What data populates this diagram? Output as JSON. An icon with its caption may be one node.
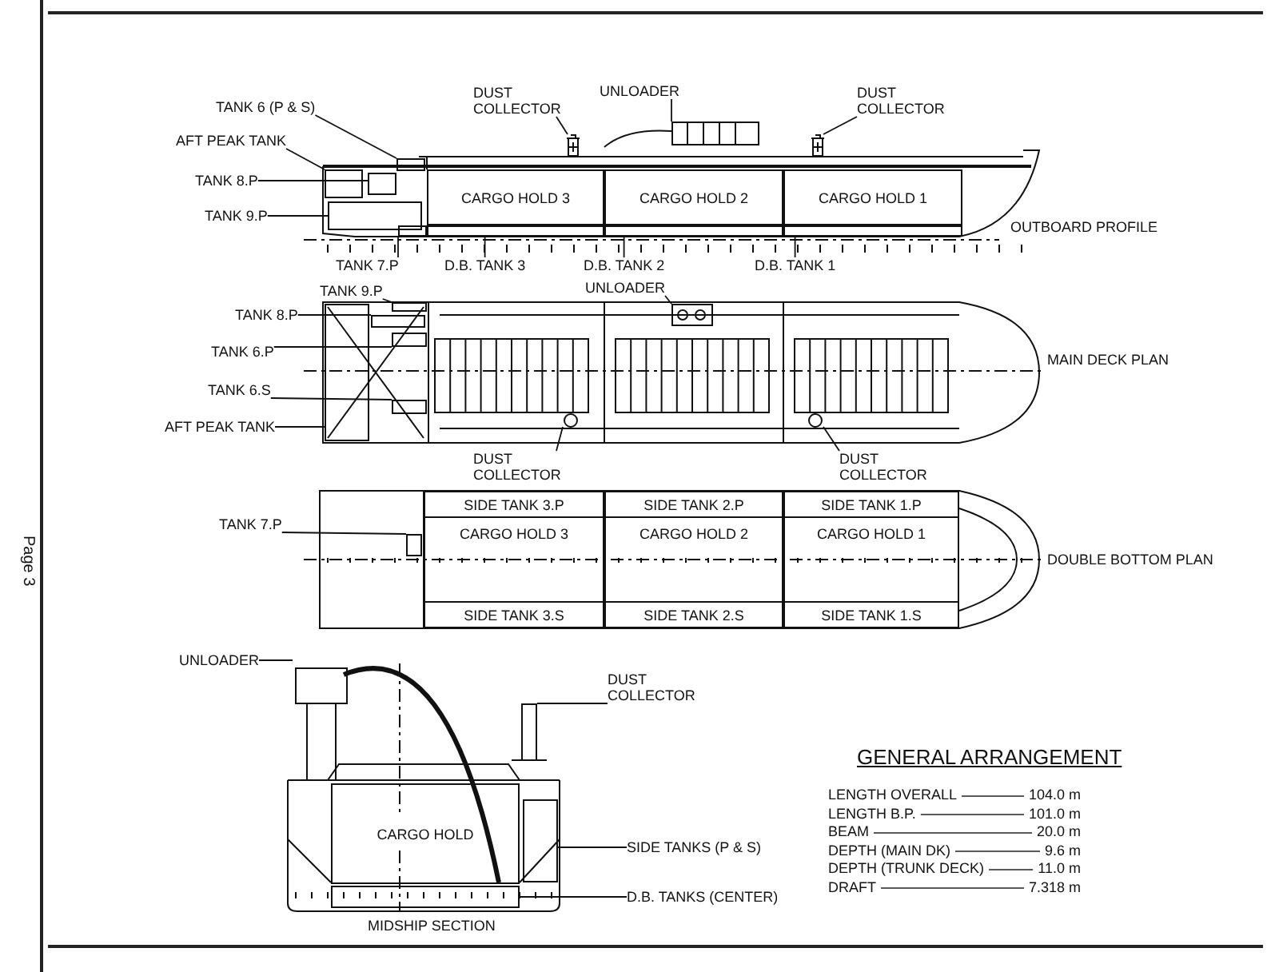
{
  "diagram": {
    "title": "GENERAL ARRANGEMENT",
    "nodes": [
      {
        "text": [
          "TANK 6 (P & S)"
        ]
      },
      {
        "text": [
          "AFT PEAK TANK"
        ]
      },
      {
        "text": [
          "TANK 8.P"
        ]
      },
      {
        "text": [
          "TANK 9.P"
        ]
      },
      {
        "text": [
          "DUST COLLECTOR"
        ]
      },
      {
        "text": [
          "UNLOADER"
        ]
      },
      {
        "text": [
          "DUST COLLECTOR"
        ]
      },
      {
        "text": [
          "CARGO HOLD 3"
        ]
      },
      {
        "text": [
          "CARGO HOLD 2"
        ]
      },
      {
        "text": [
          "CARGO HOLD 1"
        ]
      },
      {
        "text": [
          "TANK 7.P"
        ]
      },
      {
        "text": [
          "D.B. TANK 3"
        ]
      },
      {
        "text": [
          "D.B. TANK 2"
        ]
      },
      {
        "text": [
          "D.B. TANK 1"
        ]
      },
      {
        "text": [
          "TANK 9.P"
        ]
      },
      {
        "text": [
          "UNLOADER"
        ]
      },
      {
        "text": [
          "TANK 8.P"
        ]
      },
      {
        "text": [
          "TANK 6.P"
        ]
      },
      {
        "text": [
          "TANK 6.S"
        ]
      },
      {
        "text": [
          "AFT PEAK TANK"
        ]
      },
      {
        "text": [
          "DUST COLLECTOR"
        ]
      },
      {
        "text": [
          "DUST COLLECTOR"
        ]
      },
      {
        "text": [
          "SIDE TANK 3.P"
        ]
      },
      {
        "text": [
          "SIDE TANK 2.P"
        ]
      },
      {
        "text": [
          "SIDE TANK 1.P"
        ]
      },
      {
        "text": [
          "TANK 7.P"
        ]
      },
      {
        "text": [
          "CARGO HOLD 3"
        ]
      },
      {
        "text": [
          "CARGO HOLD 2"
        ]
      },
      {
        "text": [
          "CARGO HOLD 1"
        ]
      },
      {
        "text": [
          "SIDE TANK 3.S"
        ]
      },
      {
        "text": [
          "SIDE TANK 2.S"
        ]
      },
      {
        "text": [
          "SIDE TANK 1.S"
        ]
      },
      {
        "text": [
          "UNLOADER"
        ]
      },
      {
        "text": [
          "DUST COLLECTOR"
        ]
      },
      {
        "text": [
          "CARGO HOLD"
        ]
      },
      {
        "text": [
          "SIDE TANKS (P & S)"
        ]
      },
      {
        "text": [
          "D.B. TANKS (CENTER)"
        ]
      },
      {
        "text": [],
        "shape": "box"
      },
      {
        "text": [],
        "shape": "box"
      },
      {
        "text": [],
        "shape": "box"
      },
      {
        "text": [],
        "shape": "box"
      },
      {
        "text": [],
        "shape": "picture"
      },
      {
        "text": [],
        "shape": "picture"
      },
      {
        "text": [],
        "shape": "picture"
      },
      {
        "text": [],
        "shape": "box"
      },
      {
        "text": [],
        "shape": "box"
      },
      {
        "text": [],
        "shape": "box"
      },
      {
        "text": [],
        "shape": "box"
      },
      {
        "text": [],
        "shape": "box"
      },
      {
        "text": [],
        "shape": "picture"
      },
      {
        "text": [],
        "shape": "box"
      },
      {
        "text": [],
        "shape": "box"
      },
      {
        "text": [],
        "shape": "box"
      },
      {
        "text": [],
        "shape": "box"
      },
      {
        "text": [],
        "shape": "picture"
      },
      {
        "text": [],
        "shape": "picture"
      },
      {
        "text": [],
        "shape": "box"
      },
      {
        "text": [],
        "shape": "picture"
      },
      {
        "text": [],
        "shape": "picture"
      },
      {
        "text": [],
        "shape": "box"
      },
      {
        "text": [],
        "shape": "box"
      }
    ],
    "edges": [
      {
        "from": 0,
        "to": 37,
        "arrow": "none"
      },
      {
        "from": 1,
        "to": 38,
        "arrow": "none"
      },
      {
        "from": 2,
        "to": 39,
        "arrow": "none"
      },
      {
        "from": 3,
        "to": 40,
        "arrow": "none"
      },
      {
        "from": 4,
        "to": 41,
        "arrow": "none"
      },
      {
        "from": 5,
        "to": 42,
        "arrow": "none"
      },
      {
        "from": 6,
        "to": 43,
        "arrow": "none"
      },
      {
        "from": 10,
        "to": 44,
        "arrow": "none"
      },
      {
        "from": 11,
        "to": 45,
        "arrow": "none"
      },
      {
        "from": 12,
        "to": 46,
        "arrow": "none"
      },
      {
        "from": 13,
        "to": 47,
        "arrow": "none"
      },
      {
        "from": 14,
        "to": 48,
        "arrow": "none"
      },
      {
        "from": 15,
        "to": 49,
        "arrow": "none"
      },
      {
        "from": 16,
        "to": 50,
        "arrow": "none"
      },
      {
        "from": 17,
        "to": 51,
        "arrow": "none"
      },
      {
        "from": 18,
        "to": 52,
        "arrow": "none"
      },
      {
        "from": 19,
        "to": 53,
        "arrow": "none"
      },
      {
        "from": 20,
        "to": 54,
        "arrow": "none"
      },
      {
        "from": 21,
        "to": 55,
        "arrow": "none"
      },
      {
        "from": 25,
        "to": 56,
        "arrow": "none"
      },
      {
        "from": 32,
        "to": 57,
        "arrow": "none"
      },
      {
        "from": 33,
        "to": 58,
        "arrow": "none"
      },
      {
        "from": 35,
        "to": 59,
        "arrow": "none"
      },
      {
        "from": 36,
        "to": 60,
        "arrow": "none"
      }
    ],
    "labels": [
      "OUTBOARD PROFILE",
      "MAIN DECK PLAN",
      "Page 3",
      "DOUBLE BOTTOM PLAN",
      "MIDSHIP SECTION",
      "LENGTH OVERALL",
      "104.0 m",
      "LENGTH B.P.",
      "101.0 m",
      "BEAM",
      "20.0 m",
      "DEPTH (MAIN DK)",
      "9.6 m",
      "DEPTH (TRUNK DECK)",
      "11.0 m",
      "DRAFT",
      "7.318 m"
    ]
  }
}
